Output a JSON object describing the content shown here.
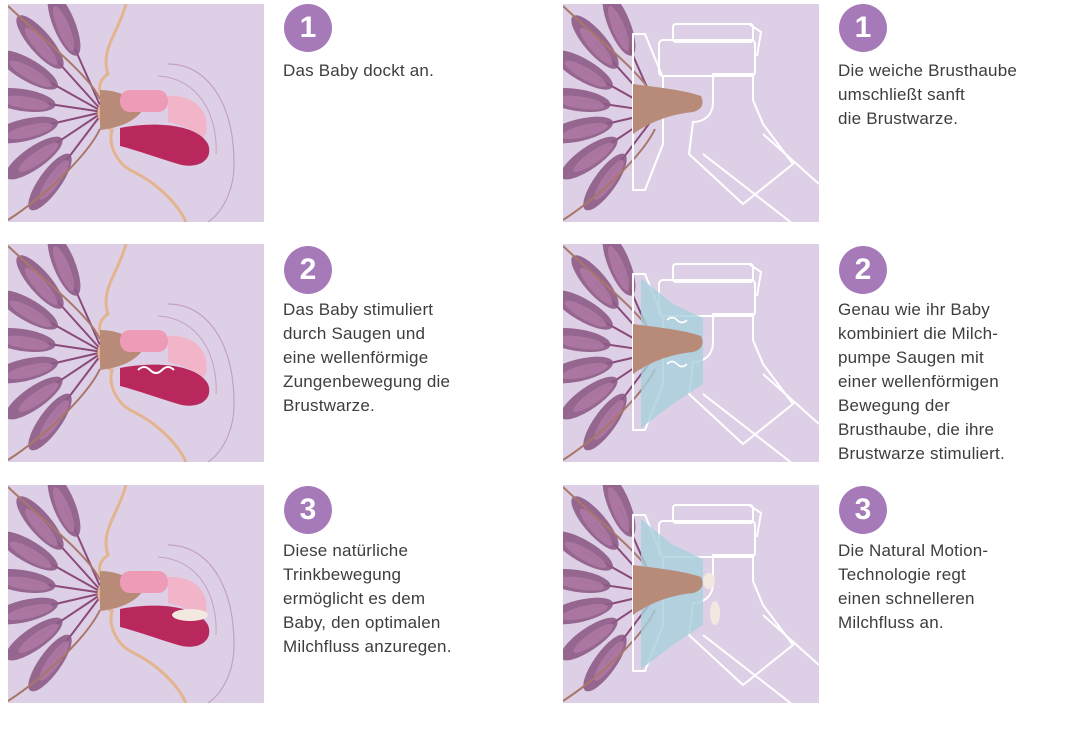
{
  "colors": {
    "panel_background": "#ddd0e6",
    "badge": "#a67ab8",
    "tongue": "#b8285c",
    "palate": "#ee9bb8",
    "nipple": "#b88a78",
    "milk_ducts": "#8a4a7a",
    "pump_shield_liquid": "#a8d0dc"
  },
  "baby_steps": [
    {
      "number": "1",
      "text": "Das Baby dockt an.",
      "illustration": "baby-latching"
    },
    {
      "number": "2",
      "text": "Das Baby stimuliert\ndurch Saugen und\neine wellenförmige\nZungenbewegung die\nBrustwarze.",
      "illustration": "baby-tongue-wave"
    },
    {
      "number": "3",
      "text": "Diese natürliche\nTrinkbewegung\nermöglicht es dem\nBaby, den optimalen\nMilchfluss anzuregen.",
      "illustration": "baby-milk-flow"
    }
  ],
  "pump_steps": [
    {
      "number": "1",
      "text": "Die weiche Brusthaube\numschließt sanft\ndie Brustwarze.",
      "illustration": "pump-shield-encloses"
    },
    {
      "number": "2",
      "text": "Genau wie ihr Baby\nkombiniert die Milch-\npumpe Saugen mit\neiner wellenförmigen\nBewegung der\nBrusthaube, die ihre\nBrustwarze stimuliert.",
      "illustration": "pump-wave-motion"
    },
    {
      "number": "3",
      "text": "Die Natural Motion-\nTechnologie regt\neinen schnelleren\nMilchfluss an.",
      "illustration": "pump-milk-flow"
    }
  ]
}
